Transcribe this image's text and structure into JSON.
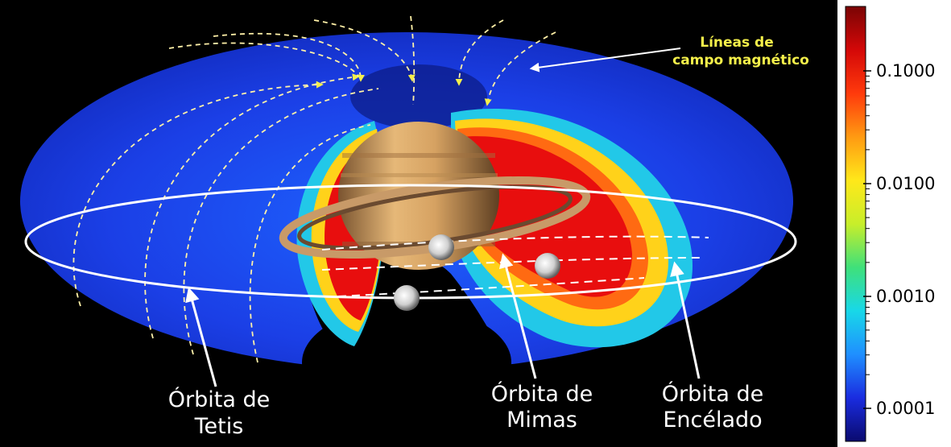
{
  "labels": {
    "field_lines": [
      "Líneas de",
      "campo magnético"
    ],
    "tethys_orbit": [
      "Órbita de",
      "Tetis"
    ],
    "mimas_orbit": [
      "Órbita de",
      "Mimas"
    ],
    "enceladus_orbit": [
      "Órbita de",
      "Encélado"
    ]
  },
  "colorbar": {
    "scale": "log",
    "ticks": [
      "0.1000",
      "0.0100",
      "0.0010",
      "0.0001"
    ],
    "colormap": [
      "#0a0a6e",
      "#1a2ce0",
      "#1f8fff",
      "#18d8e8",
      "#3fe07a",
      "#c8ee2a",
      "#ffe81a",
      "#ff9a12",
      "#ff3a0c",
      "#d40808",
      "#7a0404"
    ]
  },
  "colors": {
    "background": "#000000",
    "annotation_white": "#ffffff",
    "annotation_yellow": "#f5f04a",
    "field_line": "#fff1a8",
    "saturn": "#d9a868"
  }
}
